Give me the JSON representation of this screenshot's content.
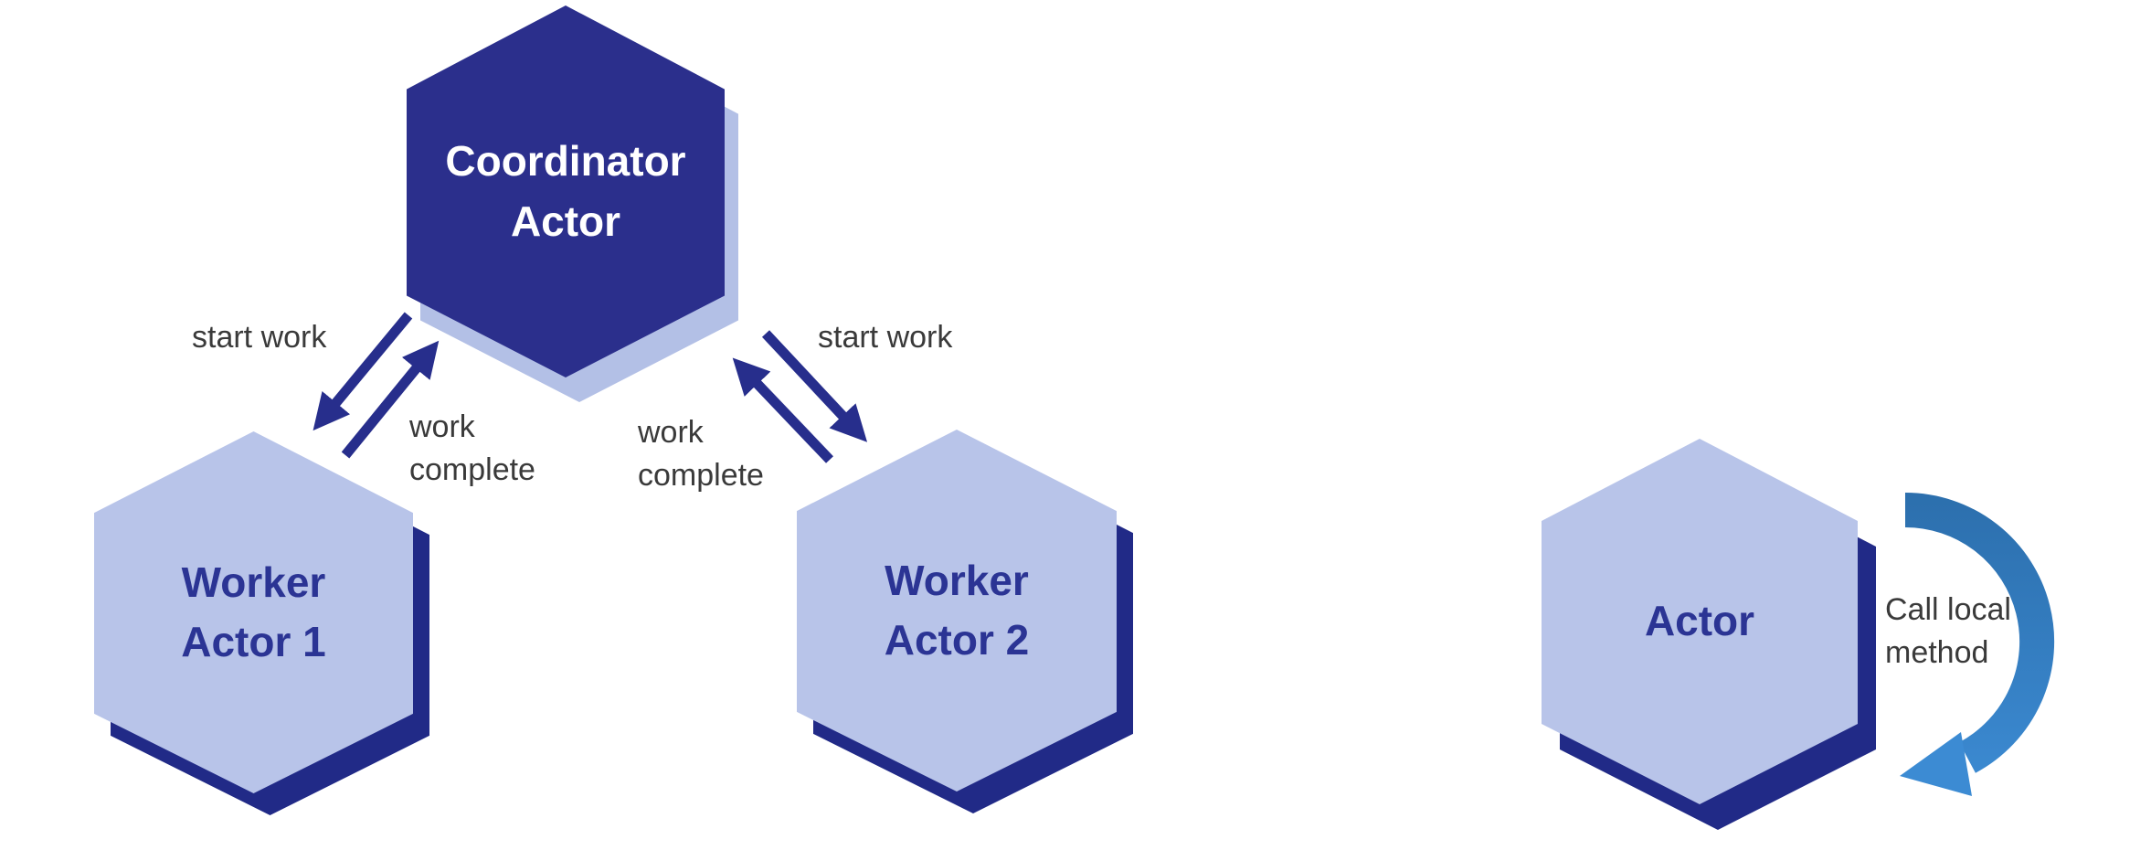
{
  "diagram": {
    "description": "Actor model diagram: a coordinator actor exchanging messages with two worker actors, and a standalone actor calling a local method",
    "nodes": [
      {
        "id": "coordinator-actor",
        "label": "Coordinator Actor",
        "variant": "dark"
      },
      {
        "id": "worker-actor-1",
        "label": "Worker Actor 1",
        "variant": "light"
      },
      {
        "id": "worker-actor-2",
        "label": "Worker Actor 2",
        "variant": "light"
      },
      {
        "id": "actor",
        "label": "Actor",
        "variant": "light"
      }
    ],
    "edge_labels": {
      "start_work_left": "start work",
      "work_complete_left": "work complete",
      "start_work_right": "start work",
      "work_complete_right": "work complete",
      "call_local_method": "Call local method"
    },
    "colors": {
      "background": "#ffffff",
      "dark_hexagon_fill": "#2b2f8c",
      "light_hexagon_fill": "#b8c4e9",
      "navy_shadow": "#212a87",
      "light_shadow": "#b3c0e6",
      "message_arrow": "#272e8c",
      "local_call_arrow_top": "#2c6fad",
      "local_call_arrow_bottom": "#3c8bd3",
      "edge_label_text": "#3a3a3a",
      "node_label_on_light": "#2b3494",
      "node_label_on_dark": "#ffffff"
    }
  }
}
